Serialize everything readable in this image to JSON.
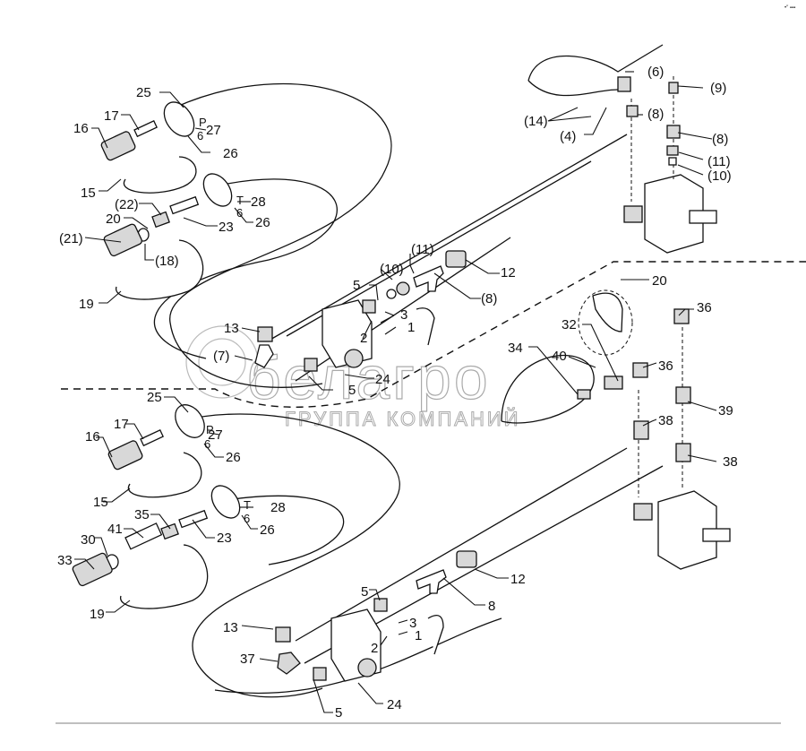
{
  "diagram": {
    "type": "exploded parts diagram - hydraulic hoses, couplers and valve assembly",
    "corner_mark": "•″ ▪▪▪",
    "watermark": {
      "logo_text": "белагро",
      "subtitle": "ГРУППА КОМПАНИЙ"
    },
    "top_assembly": {
      "labels": [
        "25",
        "17",
        "27",
        "16",
        "26",
        "15",
        "28",
        "(22)",
        "26",
        "20",
        "23",
        "(21)",
        "(18)",
        "19",
        "12",
        "(11)",
        "(10)",
        "5",
        "(8)",
        "13",
        "3",
        "2",
        "1",
        "(7)",
        "24",
        "5"
      ],
      "cap_marks": [
        "P",
        "6",
        "T",
        "6"
      ]
    },
    "top_right_assembly": {
      "labels": [
        "(6)",
        "(9)",
        "(14)",
        "(8)",
        "(4)",
        "(8)",
        "(11)",
        "(10)"
      ]
    },
    "bottom_right_assembly": {
      "labels": [
        "20",
        "36",
        "32",
        "34",
        "40",
        "36",
        "39",
        "38",
        "38"
      ]
    },
    "bottom_assembly": {
      "labels": [
        "25",
        "17",
        "16",
        "27",
        "26",
        "15",
        "28",
        "35",
        "41",
        "26",
        "23",
        "30",
        "33",
        "19",
        "12",
        "5",
        "8",
        "13",
        "3",
        "1",
        "37",
        "2",
        "24",
        "5"
      ],
      "cap_marks": [
        "P",
        "6",
        "T",
        "6"
      ]
    }
  }
}
